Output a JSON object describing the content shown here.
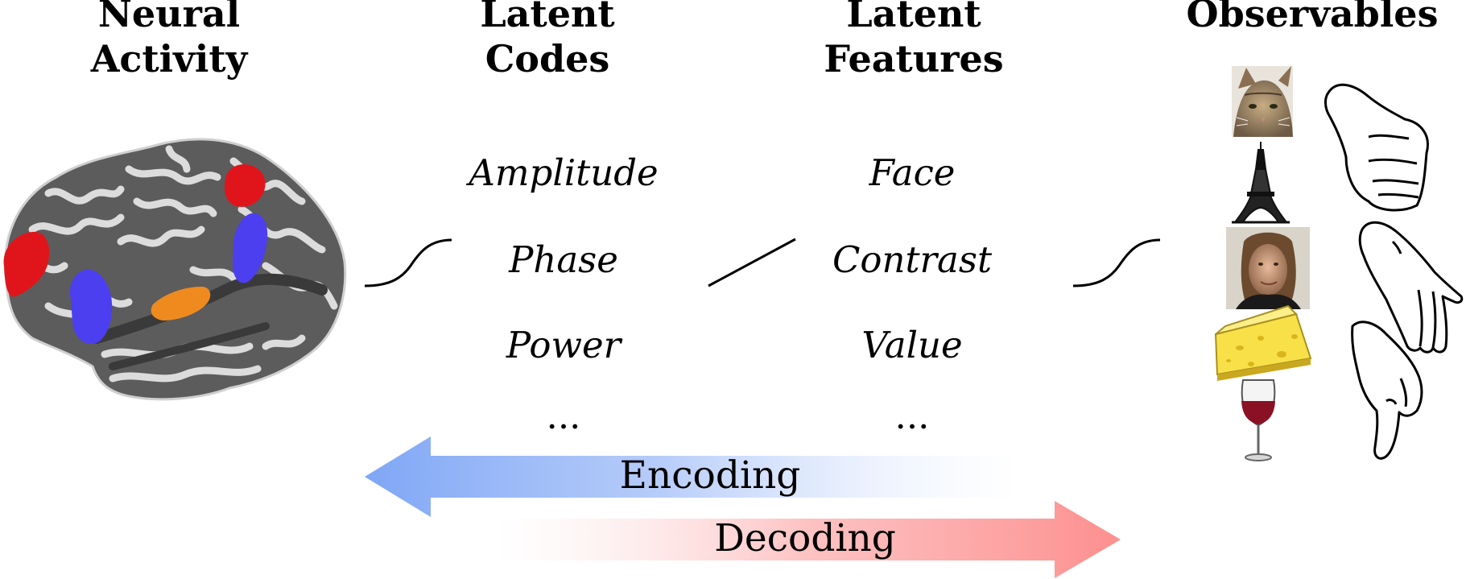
{
  "headers": {
    "neural": [
      "Neural",
      "Activity"
    ],
    "codes": [
      "Latent",
      "Codes"
    ],
    "features": [
      "Latent",
      "Features"
    ],
    "observables": "Observables"
  },
  "codes_items": [
    "Amplitude",
    "Phase",
    "Power",
    "..."
  ],
  "features_items": [
    "Face",
    "Contrast",
    "Value",
    "..."
  ],
  "arrows": {
    "encoding": "Encoding",
    "decoding": "Decoding"
  },
  "colors": {
    "encoding_arrow": "#7fa6f5",
    "decoding_arrow": "#fd8f8f",
    "region_red": "#e0151c",
    "region_blue": "#4b3ff0",
    "region_orange": "#ef8a1e",
    "brain_dark": "#5c5c5c",
    "brain_light": "#dcdcdc"
  },
  "observable_icons": [
    "cat-photo",
    "eiffel-tower-icon",
    "face-photo",
    "cheese-icon",
    "wine-glass-icon"
  ],
  "gesture_icons": [
    "hand-fist-icon",
    "hand-flat-icon",
    "hand-pointing-icon"
  ]
}
